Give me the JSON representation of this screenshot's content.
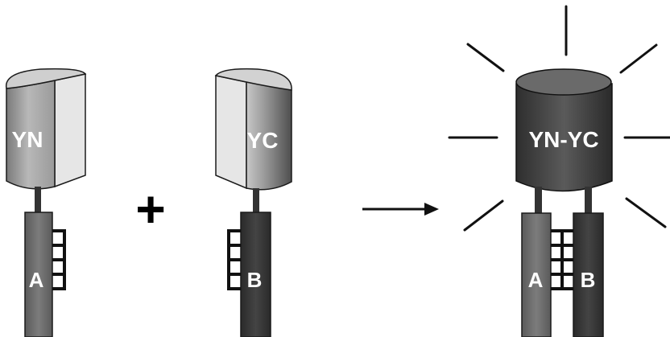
{
  "labels": {
    "yn": "YN",
    "yc": "YC",
    "yn_yc": "YN-YC",
    "a": "A",
    "b": "B",
    "plus": "+"
  },
  "colors": {
    "rod_a": "#6e6e6e",
    "rod_b": "#3a3a3a",
    "cylinder_light": "#d8d8d8",
    "cylinder_dark": "#444444",
    "outline": "#1a1a1a"
  }
}
